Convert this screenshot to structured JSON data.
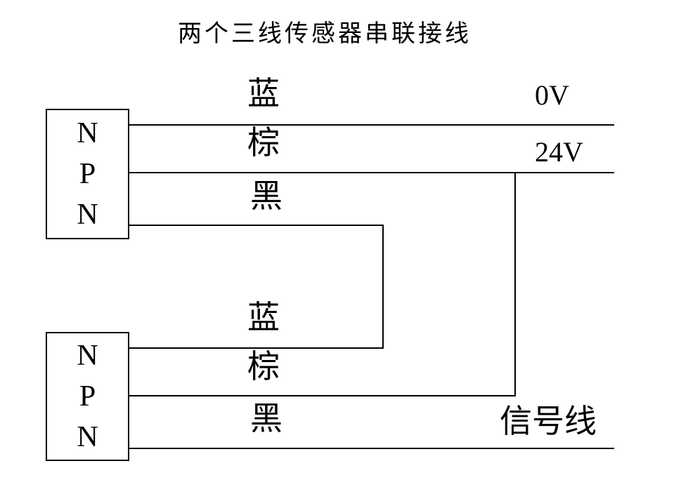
{
  "title": "两个三线传感器串联接线",
  "sensor1": {
    "type": "NPN",
    "letters": [
      "N",
      "P",
      "N"
    ],
    "wires": {
      "blue": "蓝",
      "brown": "棕",
      "black": "黑"
    }
  },
  "sensor2": {
    "type": "NPN",
    "letters": [
      "N",
      "P",
      "N"
    ],
    "wires": {
      "blue": "蓝",
      "brown": "棕",
      "black": "黑"
    }
  },
  "terminals": {
    "zero_volt": "0V",
    "plus_24v": "24V",
    "signal_line": "信号线"
  },
  "colors": {
    "line": "#000000",
    "background": "#ffffff",
    "text": "#000000"
  }
}
